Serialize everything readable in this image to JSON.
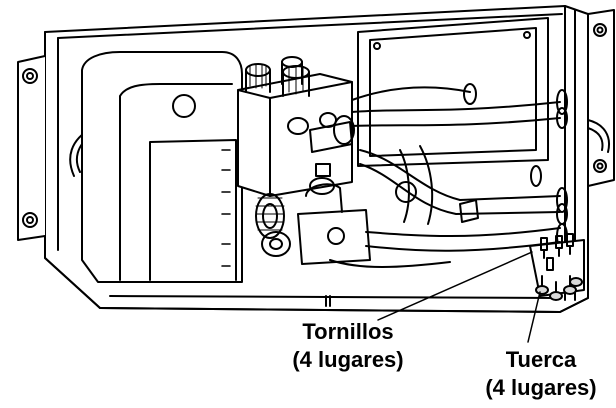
{
  "callouts": {
    "screws": {
      "label": "Tornillos",
      "qty": "(4 lugares)"
    },
    "nut": {
      "label": "Tuerca",
      "qty": "(4 lugares)"
    }
  },
  "colors": {
    "line": "#000000",
    "background": "#ffffff",
    "shade": "#d9d9d9"
  }
}
